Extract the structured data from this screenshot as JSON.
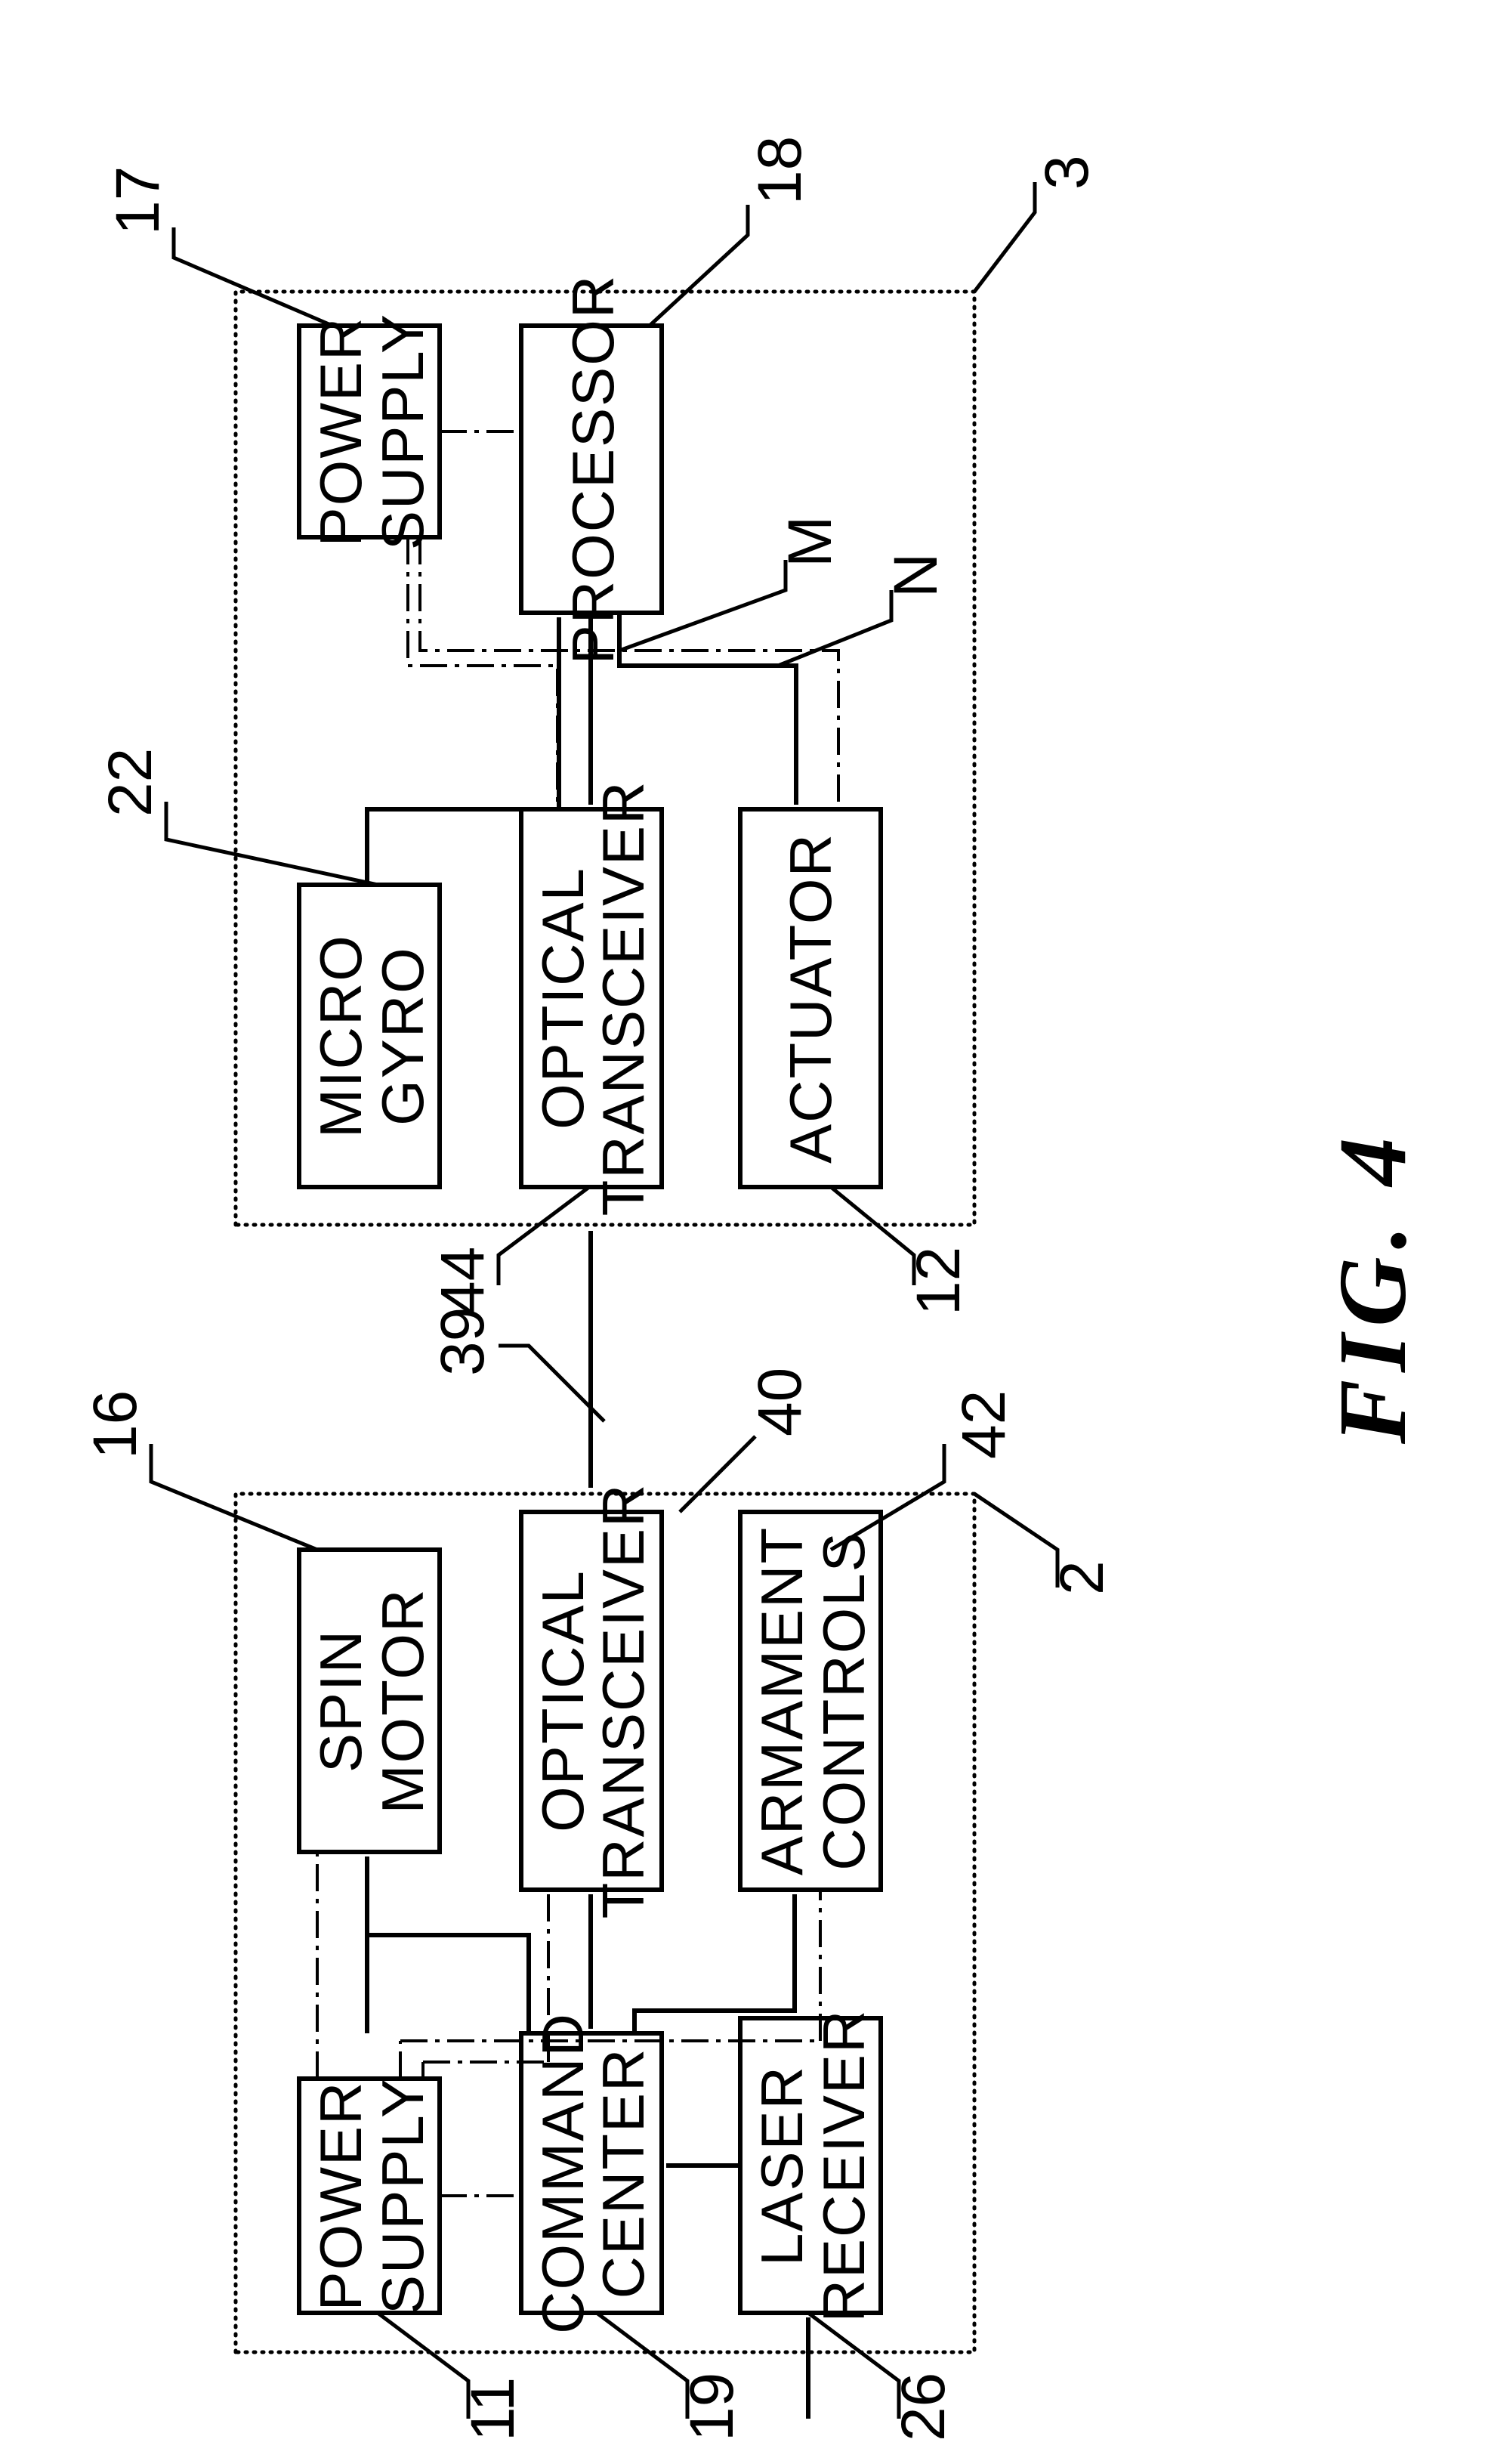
{
  "figure_label": "FIG. 4",
  "blocks": {
    "power_supply_2": [
      "POWER",
      "SUPPLY"
    ],
    "command_center": [
      "COMMAND",
      "CENTER"
    ],
    "laser_receiver": [
      "LASER",
      "RECEIVER"
    ],
    "spin_motor": [
      "SPIN",
      "MOTOR"
    ],
    "optical_transceiver_2": [
      "OPTICAL",
      "TRANSCEIVER"
    ],
    "armament_controls": [
      "ARMAMENT",
      "CONTROLS"
    ],
    "micro_gyro": [
      "MICRO",
      "GYRO"
    ],
    "optical_transceiver_3": [
      "OPTICAL",
      "TRANSCEIVER"
    ],
    "actuator": [
      "ACTUATOR"
    ],
    "power_supply_3": [
      "POWER",
      "SUPPLY"
    ],
    "processor": [
      "PROCESSOR"
    ]
  },
  "refs": {
    "r11": "11",
    "r19": "19",
    "r26": "26",
    "r2": "2",
    "r16": "16",
    "r40": "40",
    "r42": "42",
    "r39": "39",
    "r44": "44",
    "r22": "22",
    "r12": "12",
    "r17": "17",
    "r18": "18",
    "r3": "3",
    "rM": "M",
    "rN": "N"
  }
}
